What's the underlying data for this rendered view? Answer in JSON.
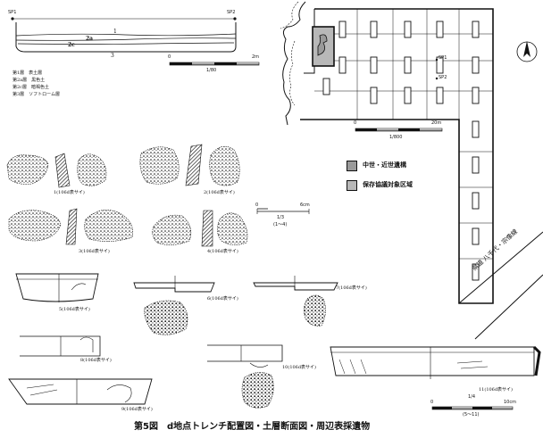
{
  "section": {
    "sp1": "SP1",
    "sp2": "SP2",
    "layer_1": "1",
    "layer_2a": "2a",
    "layer_2c": "2c",
    "layer_3": "3",
    "scale_zero": "0",
    "scale_max": "2m",
    "scale_ratio": "1/80"
  },
  "layers": [
    "第1層　表土層",
    "第2a層　黒色土",
    "第2c層　暗褐色土",
    "第3層　ソフトローム層"
  ],
  "plan": {
    "sp1": "SP1",
    "sp2": "SP2",
    "scale_zero": "0",
    "scale_max": "20m",
    "scale_ratio": "1/800",
    "road_label": "県道 八千代・宗像線"
  },
  "legend": [
    {
      "label": "中世・近世遺構",
      "color": "#9a9a9a"
    },
    {
      "label": "保存協議対象区域",
      "color": "#b8b8b8"
    }
  ],
  "artifact_scale": {
    "zero": "0",
    "max": "6cm",
    "ratio": "1/3",
    "range": "(1〜4)"
  },
  "pottery_scale": {
    "zero": "0",
    "max": "10cm",
    "ratio": "1/4",
    "range": "(5〜11)"
  },
  "artifacts": [
    "1(106d表サイ)",
    "2(106d表サイ)",
    "3(106d表サイ)",
    "4(106d表サイ)",
    "5(106d表サイ)",
    "6(106d表サイ)",
    "7(106d表サイ)",
    "8(106d表サイ)",
    "9(106d表サイ)",
    "10(106d表サイ)",
    "11(106d表サイ)"
  ],
  "caption": "第5図　d地点トレンチ配置図・土層断面図・周辺表採遺物"
}
